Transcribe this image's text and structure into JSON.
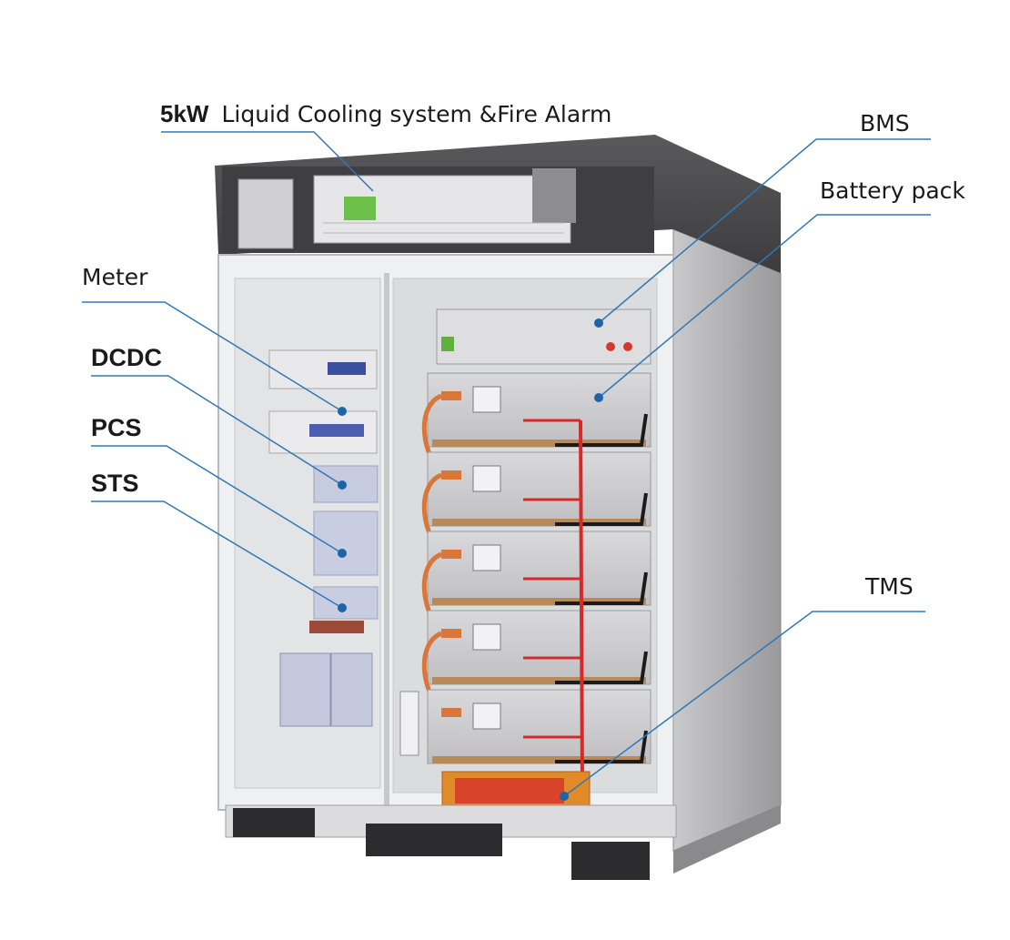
{
  "labels": {
    "cooling_num": "5kW",
    "cooling_text": "Liquid Cooling system &Fire Alarm",
    "bms": "BMS",
    "battery_pack": "Battery pack",
    "meter": "Meter",
    "dcdc": "DCDC",
    "pcs": "PCS",
    "sts": "STS",
    "tms": "TMS"
  },
  "colors": {
    "leader_line": "#2f78b8",
    "marker_dot": "#1e64a8",
    "cabinet_top": "#4a4a4c",
    "cabinet_side": "#a8a8aa",
    "frame": "#eceef0",
    "battery_module": "#cfcfd1",
    "busbar_red": "#d62a2a",
    "cable_orange": "#d9773a",
    "cable_black": "#1b1b1b",
    "tms_box": "#e08a2a"
  },
  "battery_modules": 5
}
